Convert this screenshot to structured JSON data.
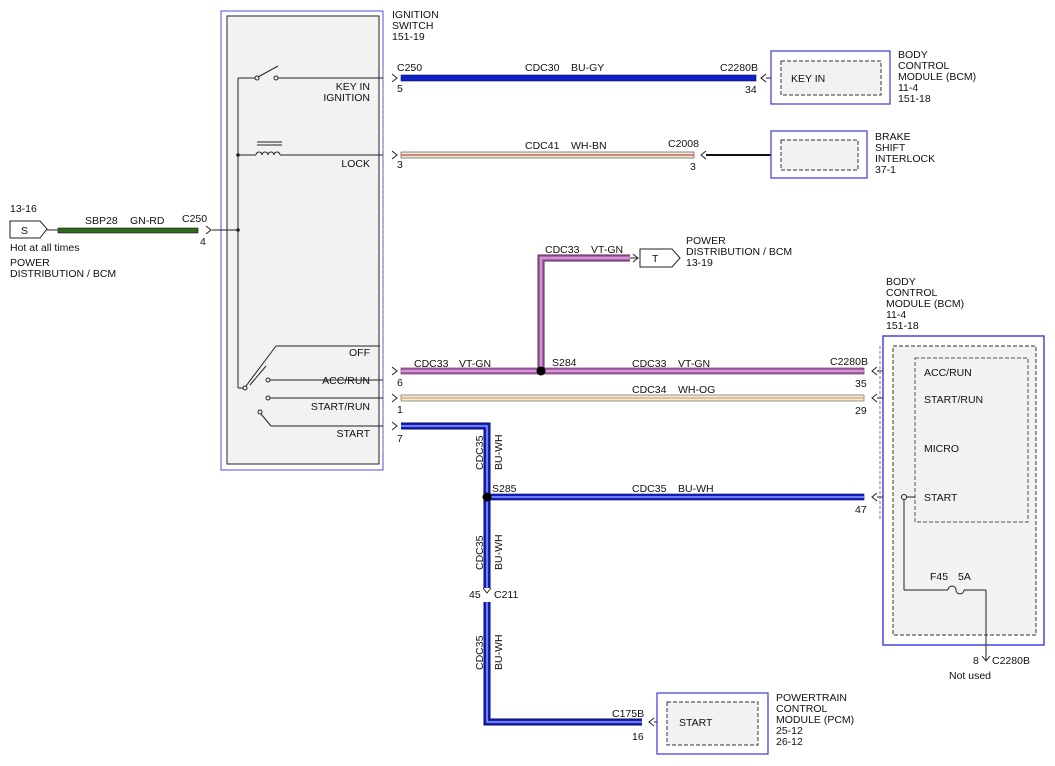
{
  "ignition_switch": {
    "title_1": "IGNITION",
    "title_2": "SWITCH",
    "ref": "151-19",
    "positions": {
      "key_in_1": "KEY IN",
      "key_in_2": "IGNITION",
      "lock": "LOCK",
      "off": "OFF",
      "acc_run": "ACC/RUN",
      "start_run": "START/RUN",
      "start": "START"
    }
  },
  "power_source": {
    "ref": "13-16",
    "label": "S",
    "note": "Hot at all times",
    "name_1": "POWER",
    "name_2": "DISTRIBUTION / BCM"
  },
  "wires": {
    "sbp28": {
      "circuit": "SBP28",
      "color": "GN-RD",
      "connector": "C250",
      "pin": "4"
    },
    "cdc30": {
      "circuit": "CDC30",
      "color": "BU-GY",
      "conn_left": "C250",
      "pin_left": "5",
      "conn_right": "C2280B",
      "pin_right": "34"
    },
    "cdc41": {
      "circuit": "CDC41",
      "color": "WH-BN",
      "pin_left": "3",
      "conn_right": "C2008",
      "pin_right": "3"
    },
    "cdc33_top": {
      "circuit": "CDC33",
      "color": "VT-GN"
    },
    "cdc33_left": {
      "circuit": "CDC33",
      "color": "VT-GN",
      "pin_left": "6"
    },
    "cdc33_right": {
      "circuit": "CDC33",
      "color": "VT-GN",
      "connector": "C2280B",
      "pin_right": "35"
    },
    "splice_s284": "S284",
    "cdc34": {
      "circuit": "CDC34",
      "color": "WH-OG",
      "pin_left": "1",
      "pin_right": "29"
    },
    "cdc35_top": {
      "circuit": "CDC35",
      "color": "BU-WH",
      "pin_left": "7"
    },
    "splice_s285": "S285",
    "cdc35_right": {
      "circuit": "CDC35",
      "color": "BU-WH",
      "pin_right": "47"
    },
    "cdc35_mid": {
      "circuit": "CDC35",
      "color": "BU-WH",
      "pin": "45",
      "connector": "C211"
    },
    "cdc35_bottom": {
      "circuit": "CDC35",
      "color": "BU-WH",
      "connector": "C175B",
      "pin": "16"
    }
  },
  "bcm_top": {
    "name_1": "BODY",
    "name_2": "CONTROL",
    "name_3": "MODULE (BCM)",
    "ref_1": "11-4",
    "ref_2": "151-18",
    "pin_label": "KEY IN"
  },
  "brake": {
    "name_1": "BRAKE",
    "name_2": "SHIFT",
    "name_3": "INTERLOCK",
    "ref": "37-1"
  },
  "pd_bcm_t": {
    "label": "T",
    "name_1": "POWER",
    "name_2": "DISTRIBUTION / BCM",
    "ref": "13-19"
  },
  "bcm_right": {
    "name_1": "BODY",
    "name_2": "CONTROL",
    "name_3": "MODULE (BCM)",
    "ref_1": "11-4",
    "ref_2": "151-18",
    "acc_run": "ACC/RUN",
    "start_run": "START/RUN",
    "micro": "MICRO",
    "start": "START",
    "fuse": "F45",
    "fuse_rating": "5A",
    "pin_8": "8",
    "conn_out": "C2280B",
    "not_used": "Not used"
  },
  "pcm": {
    "name_1": "POWERTRAIN",
    "name_2": "CONTROL",
    "name_3": "MODULE (PCM)",
    "ref_1": "25-12",
    "ref_2": "26-12",
    "pin_label": "START"
  },
  "colors": {
    "blue_wire": "#1020c8",
    "green_wire": "#2e6b1e",
    "violet_wire": "#b060b0",
    "box_border": "#3838e0",
    "box_fill": "#f2f2f2"
  }
}
